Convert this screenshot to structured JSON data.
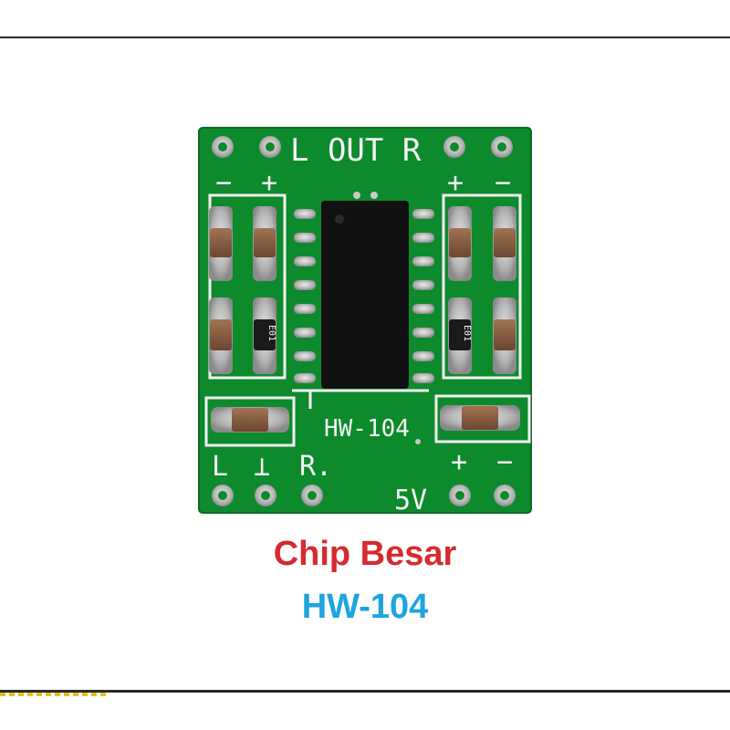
{
  "board": {
    "label_out": "L OUT R",
    "label_model": "HW-104",
    "label_left": "L",
    "label_ground": "⊥",
    "label_right": "R.",
    "label_power": "5V",
    "out_left_signs": [
      "−",
      "+"
    ],
    "out_right_signs": [
      "+",
      "−"
    ],
    "power_signs": [
      "+",
      "−"
    ],
    "resistor_code": "E01"
  },
  "caption": {
    "title": "Chip Besar",
    "model": "HW-104"
  },
  "colors": {
    "title": "#d62a2f",
    "model": "#1ea4e0",
    "pcb": "#0d8a2c",
    "pad": "#b9b9b9",
    "chip": "#111111"
  }
}
